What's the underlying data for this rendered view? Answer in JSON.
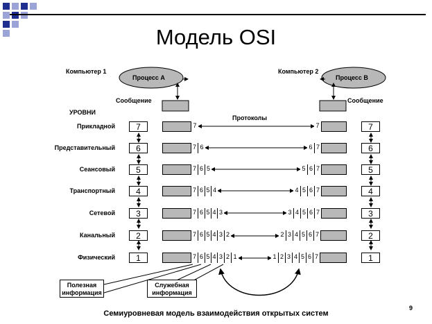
{
  "title": "Модель OSI",
  "computers": [
    {
      "label": "Компьютер 1",
      "process": "Процесс А",
      "message": "Сообщение"
    },
    {
      "label": "Компьютер 2",
      "process": "Процесс В",
      "message": "Сообщение"
    }
  ],
  "levels_heading": "УРОВНИ",
  "protocols_label": "Протоколы",
  "levels": [
    {
      "name": "Прикладной",
      "num": "7"
    },
    {
      "name": "Представительный",
      "num": "6"
    },
    {
      "name": "Сеансовый",
      "num": "5"
    },
    {
      "name": "Транспортный",
      "num": "4"
    },
    {
      "name": "Сетевой",
      "num": "3"
    },
    {
      "name": "Канальный",
      "num": "2"
    },
    {
      "name": "Физический",
      "num": "1"
    }
  ],
  "callouts": {
    "payload": "Полезная информация",
    "service": "Служебная информация"
  },
  "caption": "Семиуровневая модель взаимодействия открытых систем",
  "page_number": "9",
  "colors": {
    "pdu_fill": "#b8b8b8",
    "process_fill": "#b8b8b8",
    "logo_blue": "#1f2f8f"
  }
}
